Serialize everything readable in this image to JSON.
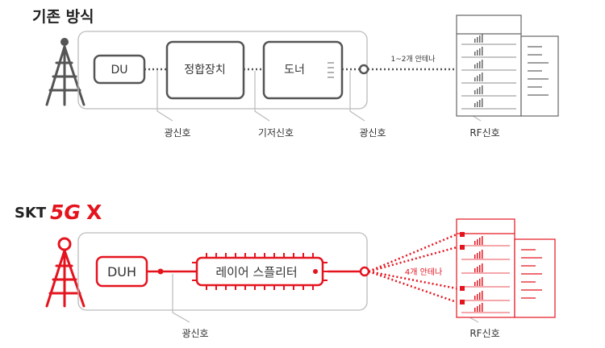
{
  "top": {
    "title": "기존 방식",
    "du_label": "DU",
    "matching_label": "정합장치",
    "donor_label": "도너",
    "antenna_note": "1~2개 안테나",
    "sig_optical_1": "광신호",
    "sig_baseband": "기저신호",
    "sig_optical_2": "광신호",
    "sig_rf": "RF신호"
  },
  "bottom": {
    "brand_skt": "SKT",
    "brand_5g": "5G",
    "brand_x": "X",
    "duh_label": "DUH",
    "splitter_label": "레이어 스플리터",
    "antenna_note": "4개 안테나",
    "sig_optical": "광신호",
    "sig_rf": "RF신호"
  },
  "colors": {
    "gray": "#555555",
    "red": "#e4141f",
    "light_gray": "#bbbbbb"
  }
}
